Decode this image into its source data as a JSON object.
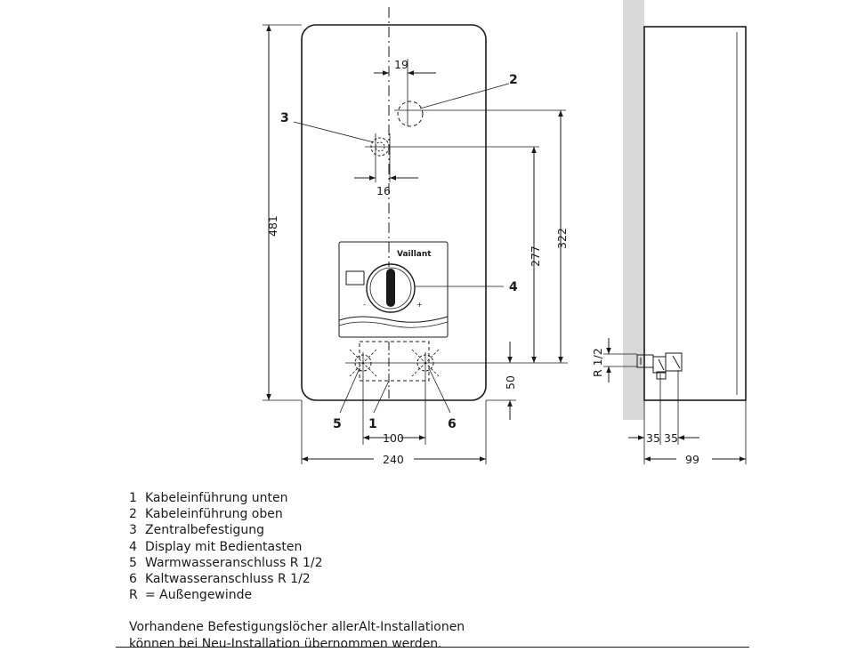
{
  "dimensions": {
    "d19": "19",
    "d16": "16",
    "d481": "481",
    "d277": "277",
    "d322": "322",
    "d50": "50",
    "d100": "100",
    "d240": "240",
    "d35a": "35",
    "d35b": "35",
    "d99": "99",
    "thread": "R 1/2"
  },
  "callouts": [
    "1",
    "2",
    "3",
    "4",
    "5",
    "6"
  ],
  "brand": "Vaillant",
  "knob": {
    "minus": "-",
    "plus": "+"
  },
  "legend": [
    {
      "num": "1",
      "text": "Kabeleinführung unten"
    },
    {
      "num": "2",
      "text": "Kabeleinführung oben"
    },
    {
      "num": "3",
      "text": "Zentralbefestigung"
    },
    {
      "num": "4",
      "text": "Display mit Bedientasten"
    },
    {
      "num": "5",
      "text": "Warmwasseranschluss R 1/2"
    },
    {
      "num": "6",
      "text": "Kaltwasseranschluss R 1/2"
    },
    {
      "num": "R",
      "text": "= Außengewinde"
    }
  ],
  "note": {
    "line1": "Vorhandene Befestigungslöcher allerAlt-Installationen",
    "line2": "können bei Neu-Installation übernommen werden."
  }
}
